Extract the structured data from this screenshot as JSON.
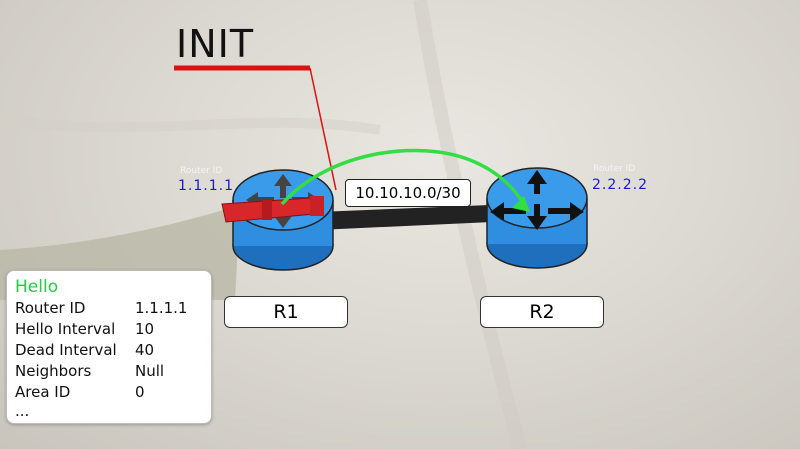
{
  "state": "INIT",
  "link": {
    "subnet": "10.10.10.0/30"
  },
  "routers": [
    {
      "name": "R1",
      "router_id_caption": "Router ID",
      "router_id": "1.1.1.1"
    },
    {
      "name": "R2",
      "router_id_caption": "Router ID",
      "router_id": "2.2.2.2"
    }
  ],
  "hello_packet": {
    "title": "Hello",
    "fields": [
      {
        "key": "Router ID",
        "value": "1.1.1.1"
      },
      {
        "key": "Hello Interval",
        "value": "10"
      },
      {
        "key": "Dead Interval",
        "value": "40"
      },
      {
        "key": "Neighbors",
        "value": "Null"
      },
      {
        "key": "Area ID",
        "value": "0"
      }
    ],
    "ellipsis": "..."
  },
  "colors": {
    "state_line": "#dd1111",
    "hello_arrow": "#33dd44",
    "router_body": "#2f8ee0",
    "router_id": "#1a1acc",
    "hello_title": "#22cc44"
  },
  "icons": [
    "router-arrows-icon",
    "red-packet-icon",
    "hello-flight-arrow-icon"
  ]
}
